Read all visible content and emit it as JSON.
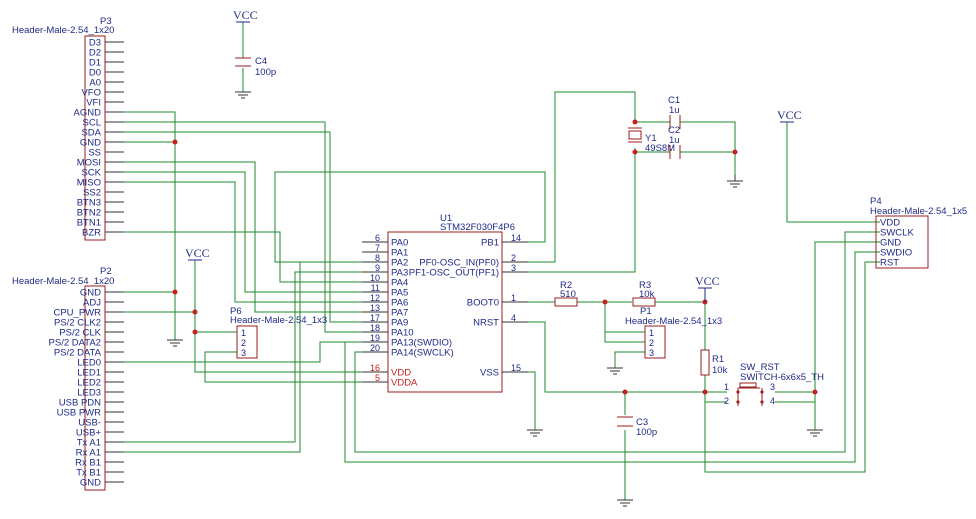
{
  "vcc_label": "VCC",
  "p3": {
    "ref": "P3",
    "value": "Header-Male-2.54_1x20",
    "pins": [
      "D3",
      "D2",
      "D1",
      "D0",
      "A0",
      "VFO",
      "VFI",
      "AGND",
      "SCL",
      "SDA",
      "GND",
      "SS",
      "MOSI",
      "SCK",
      "MISO",
      "SS2",
      "BTN3",
      "BTN2",
      "BTN1",
      "BZR"
    ]
  },
  "p2": {
    "ref": "P2",
    "value": "Header-Male-2.54_1x20",
    "pins": [
      "GND",
      "ADJ",
      "CPU_PWR",
      "PS/2 CLK2",
      "PS/2 CLK",
      "PS/2 DATA2",
      "PS/2 DATA",
      "LED0",
      "LED1",
      "LED2",
      "LED3",
      "USB PDN",
      "USB PWR",
      "USB-",
      "USB+",
      "Tx A1",
      "Rx A1",
      "Rx B1",
      "Tx B1",
      "GND"
    ]
  },
  "c4": {
    "ref": "C4",
    "value": "100p"
  },
  "c1": {
    "ref": "C1",
    "value": "1u"
  },
  "c2": {
    "ref": "C2",
    "value": "1u"
  },
  "c3": {
    "ref": "C3",
    "value": "100p"
  },
  "y1": {
    "ref": "Y1",
    "value": "49S8M"
  },
  "u1": {
    "ref": "U1",
    "value": "STM32F030F4P6",
    "left_pins": [
      {
        "num": "6",
        "name": "PA0"
      },
      {
        "num": "7",
        "name": "PA1"
      },
      {
        "num": "8",
        "name": "PA2"
      },
      {
        "num": "9",
        "name": "PA3"
      },
      {
        "num": "10",
        "name": "PA4"
      },
      {
        "num": "11",
        "name": "PA5"
      },
      {
        "num": "12",
        "name": "PA6"
      },
      {
        "num": "13",
        "name": "PA7"
      },
      {
        "num": "17",
        "name": "PA9"
      },
      {
        "num": "18",
        "name": "PA10"
      },
      {
        "num": "19",
        "name": "PA13(SWDIO)"
      },
      {
        "num": "20",
        "name": "PA14(SWCLK)"
      }
    ],
    "power_pins": [
      {
        "num": "16",
        "name": "VDD"
      },
      {
        "num": "5",
        "name": "VDDA"
      }
    ],
    "right_pins": [
      {
        "num": "14",
        "name": "PB1"
      },
      {
        "num": "2",
        "name": "PF0-OSC_IN(PF0)"
      },
      {
        "num": "3",
        "name": "PF1-OSC_OUT(PF1)"
      },
      {
        "num": "1",
        "name": "BOOT0"
      },
      {
        "num": "4",
        "name": "NRST"
      },
      {
        "num": "15",
        "name": "VSS"
      }
    ]
  },
  "p6": {
    "ref": "P6",
    "value": "Header-Male-2.54_1x3",
    "pins": [
      "1",
      "2",
      "3"
    ]
  },
  "p1": {
    "ref": "P1",
    "value": "Header-Male-2.54_1x3",
    "pins": [
      "1",
      "2",
      "3"
    ]
  },
  "r2": {
    "ref": "R2",
    "value": "510"
  },
  "r3": {
    "ref": "R3",
    "value": "10k"
  },
  "r1": {
    "ref": "R1",
    "value": "10k"
  },
  "sw": {
    "ref": "SW_RST",
    "value": "SWITCH-6x6x5_TH",
    "pins": [
      "1",
      "2",
      "3",
      "4"
    ]
  },
  "p4": {
    "ref": "P4",
    "value": "Header-Male-2.54_1x5",
    "pins": [
      "VDD",
      "SWCLK",
      "GND",
      "SWDIO",
      "RST"
    ]
  }
}
